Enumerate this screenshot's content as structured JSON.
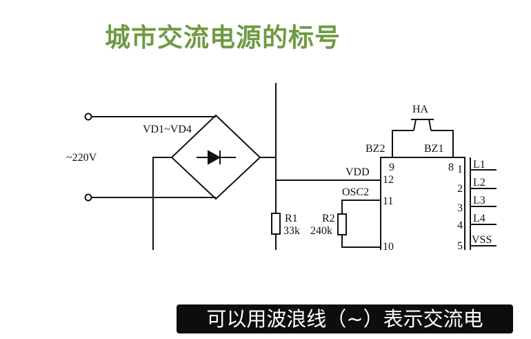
{
  "title": "城市交流电源的标号",
  "caption": "可以用波浪线（~）表示交流电",
  "circuit": {
    "labels": {
      "ac_source": "~220V",
      "bridge": "VD1~VD4",
      "buzzer": "HA",
      "bz2": "BZ2",
      "bz1": "BZ1",
      "vdd": "VDD",
      "osc2": "OSC2",
      "r1_name": "R1",
      "r1_value": "33k",
      "r2_name": "R2",
      "r2_value": "240k",
      "pin9": "9",
      "pin8": "8",
      "pin12": "12",
      "pin11": "11",
      "pin10": "10",
      "l1": "L1",
      "l2": "L2",
      "l3": "L3",
      "l4": "L4",
      "vss": "VSS",
      "pin1": "1",
      "pin2": "2",
      "pin3": "3",
      "pin4": "4",
      "pin5": "5"
    }
  },
  "colors": {
    "title": "#6f9a43",
    "caption_bg": "#0d0d0d",
    "caption_text": "#ffffff",
    "wire": "#111111"
  }
}
